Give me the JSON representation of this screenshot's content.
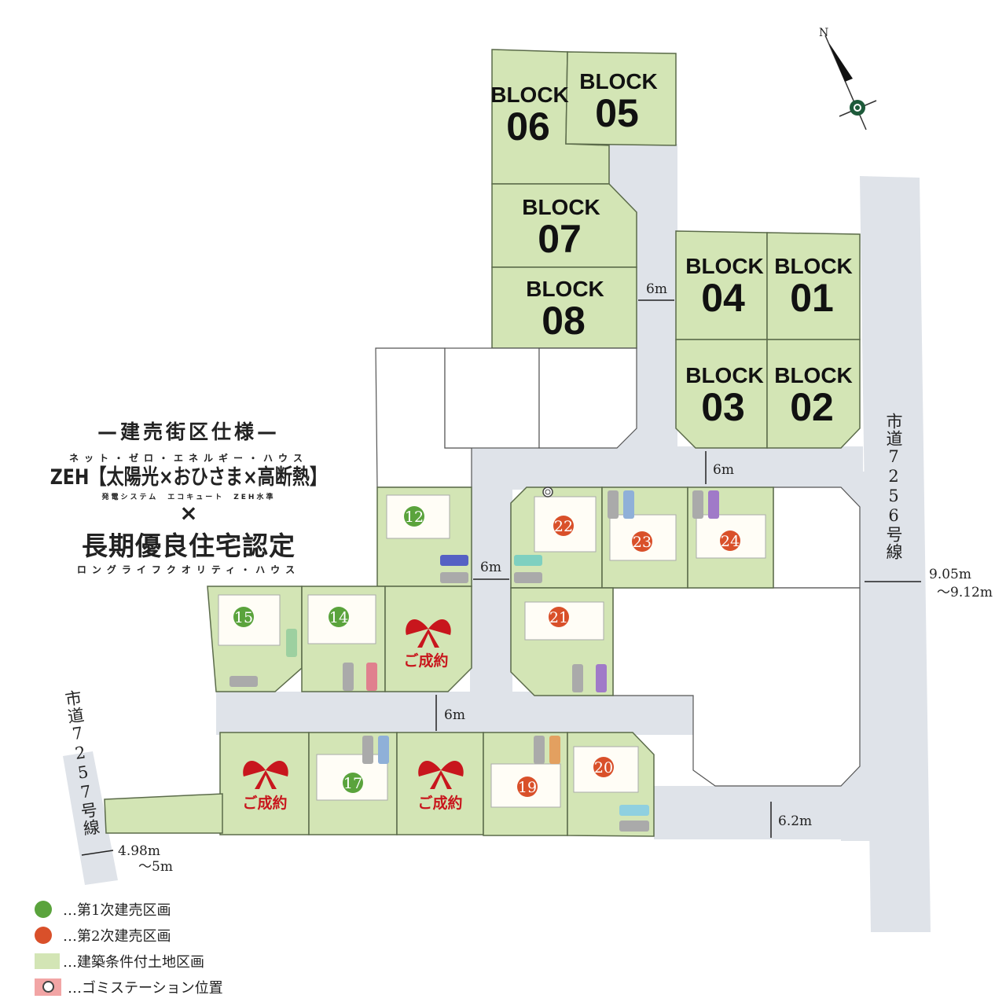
{
  "colors": {
    "phase1": "#5aa33c",
    "phase2": "#d9502a",
    "land": "#d3e5b5",
    "road": "#dfe3e9",
    "sold": "#c8161d",
    "garbage": "#f2a5a5"
  },
  "compass": {
    "north": "N"
  },
  "blocks": [
    {
      "word": "BLOCK",
      "num": "06"
    },
    {
      "word": "BLOCK",
      "num": "05"
    },
    {
      "word": "BLOCK",
      "num": "07"
    },
    {
      "word": "BLOCK",
      "num": "08"
    },
    {
      "word": "BLOCK",
      "num": "04"
    },
    {
      "word": "BLOCK",
      "num": "01"
    },
    {
      "word": "BLOCK",
      "num": "03"
    },
    {
      "word": "BLOCK",
      "num": "02"
    }
  ],
  "lots": [
    {
      "num": "12",
      "phase": 1
    },
    {
      "num": "22",
      "phase": 2
    },
    {
      "num": "23",
      "phase": 2
    },
    {
      "num": "24",
      "phase": 2
    },
    {
      "num": "15",
      "phase": 1
    },
    {
      "num": "14",
      "phase": 1
    },
    {
      "num": "21",
      "phase": 2
    },
    {
      "num": "17",
      "phase": 1
    },
    {
      "num": "19",
      "phase": 2
    },
    {
      "num": "20",
      "phase": 2
    }
  ],
  "sold_label": "ご成約",
  "dimensions": {
    "d1": "6m",
    "d2": "6m",
    "d3": "6m",
    "d4": "6m",
    "d5": "6.2m",
    "east_road_a": "9.05m",
    "east_road_b": "～9.12m",
    "west_road_a": "4.98m",
    "west_road_b": "～5m"
  },
  "roads": {
    "east": "市道7256号線",
    "west": "市道7257号線"
  },
  "spec": {
    "title": "—建売街区仕様—",
    "zeh_ruby": "ネット・ゼロ・エネルギー・ハウス",
    "zeh": "ZEH【太陽光×おひさま×高断熱】",
    "zeh_sub": "発電システム　エコキュート　ZEH水準",
    "times": "×",
    "cert": "長期優良住宅認定",
    "cert_ruby": "ロングライフクオリティ・ハウス"
  },
  "legend": [
    {
      "label": "…第1次建売区画"
    },
    {
      "label": "…第2次建売区画"
    },
    {
      "label": "…建築条件付土地区画"
    },
    {
      "label": "…ゴミステーション位置"
    }
  ]
}
